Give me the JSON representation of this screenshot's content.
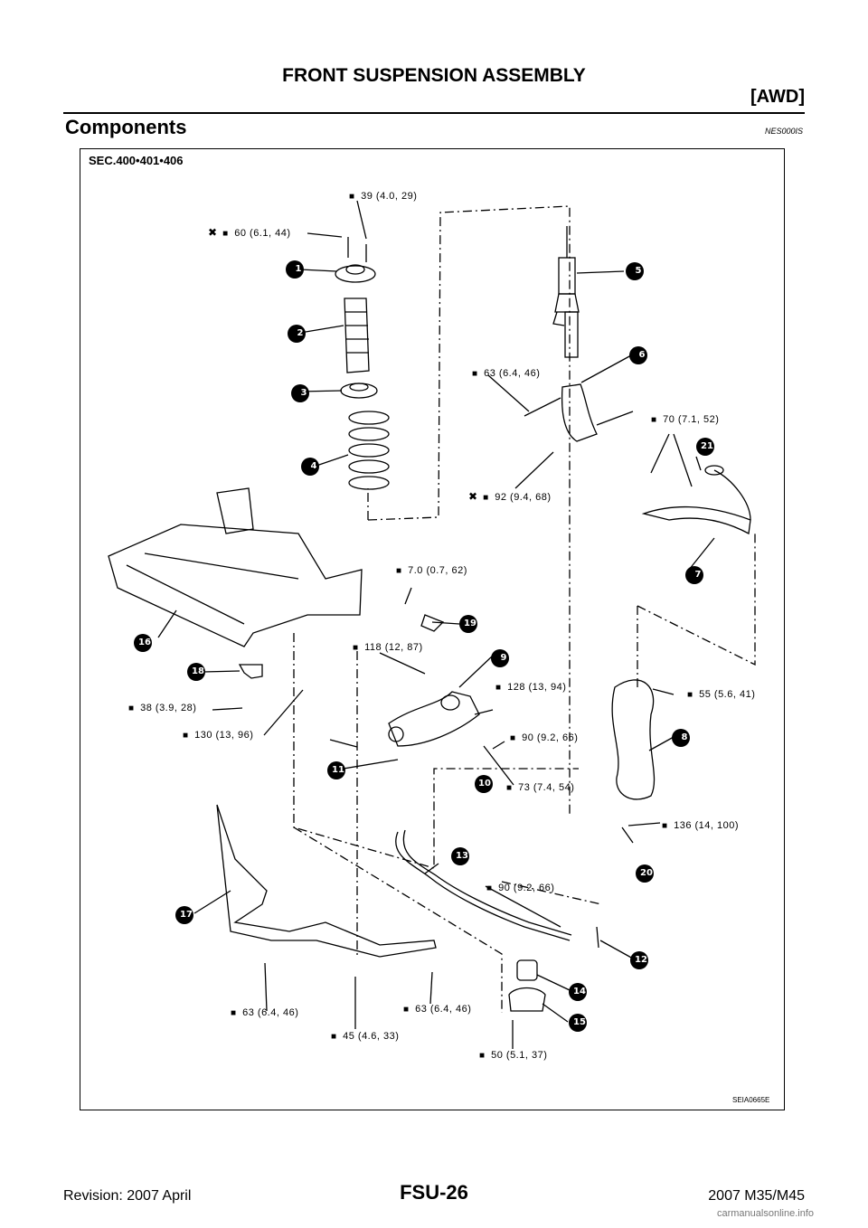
{
  "header": {
    "title": "FRONT SUSPENSION ASSEMBLY",
    "subtitle": "[AWD]"
  },
  "section": {
    "title": "Components",
    "code": "NES000IS"
  },
  "diagram": {
    "sec_label": "SEC.400•401•406",
    "image_id": "SEIA0665E",
    "torques": [
      {
        "text": "39 (4.0, 29)",
        "icon": "torque-wrench-icon"
      },
      {
        "text": "60 (6.1, 44)",
        "icon": "torque-wrench-icon",
        "never_reuse": true
      },
      {
        "text": "63 (6.4, 46)",
        "icon": "torque-wrench-icon"
      },
      {
        "text": "70 (7.1, 52)",
        "icon": "torque-wrench-icon"
      },
      {
        "text": "92 (9.4, 68)",
        "icon": "torque-wrench-icon",
        "never_reuse": true
      },
      {
        "text": "7.0 (0.7, 62)",
        "icon": "torque-wrench-icon"
      },
      {
        "text": "118 (12, 87)",
        "icon": "torque-wrench-icon"
      },
      {
        "text": "128 (13, 94)",
        "icon": "torque-wrench-icon"
      },
      {
        "text": "55 (5.6, 41)",
        "icon": "torque-wrench-icon"
      },
      {
        "text": "38 (3.9, 28)",
        "icon": "torque-wrench-icon"
      },
      {
        "text": "130 (13, 96)",
        "icon": "torque-wrench-icon"
      },
      {
        "text": "90 (9.2, 66)",
        "icon": "torque-wrench-icon"
      },
      {
        "text": "73 (7.4, 54)",
        "icon": "torque-wrench-icon"
      },
      {
        "text": "136 (14, 100)",
        "icon": "torque-wrench-icon"
      },
      {
        "text": "90 (9.2, 66)",
        "icon": "torque-wrench-icon"
      },
      {
        "text": "63 (6.4, 46)",
        "icon": "torque-wrench-icon"
      },
      {
        "text": "63 (6.4, 46)",
        "icon": "torque-wrench-icon"
      },
      {
        "text": "45 (4.6, 33)",
        "icon": "torque-wrench-icon"
      },
      {
        "text": "50 (5.1, 37)",
        "icon": "torque-wrench-icon"
      }
    ],
    "callouts": [
      "1",
      "2",
      "3",
      "4",
      "5",
      "6",
      "7",
      "8",
      "9",
      "10",
      "11",
      "12",
      "13",
      "14",
      "15",
      "16",
      "17",
      "18",
      "19",
      "20",
      "21"
    ]
  },
  "footer": {
    "revision": "Revision: 2007 April",
    "page": "FSU-26",
    "model": "2007 M35/M45"
  },
  "watermark": "carmanualsonline.info"
}
